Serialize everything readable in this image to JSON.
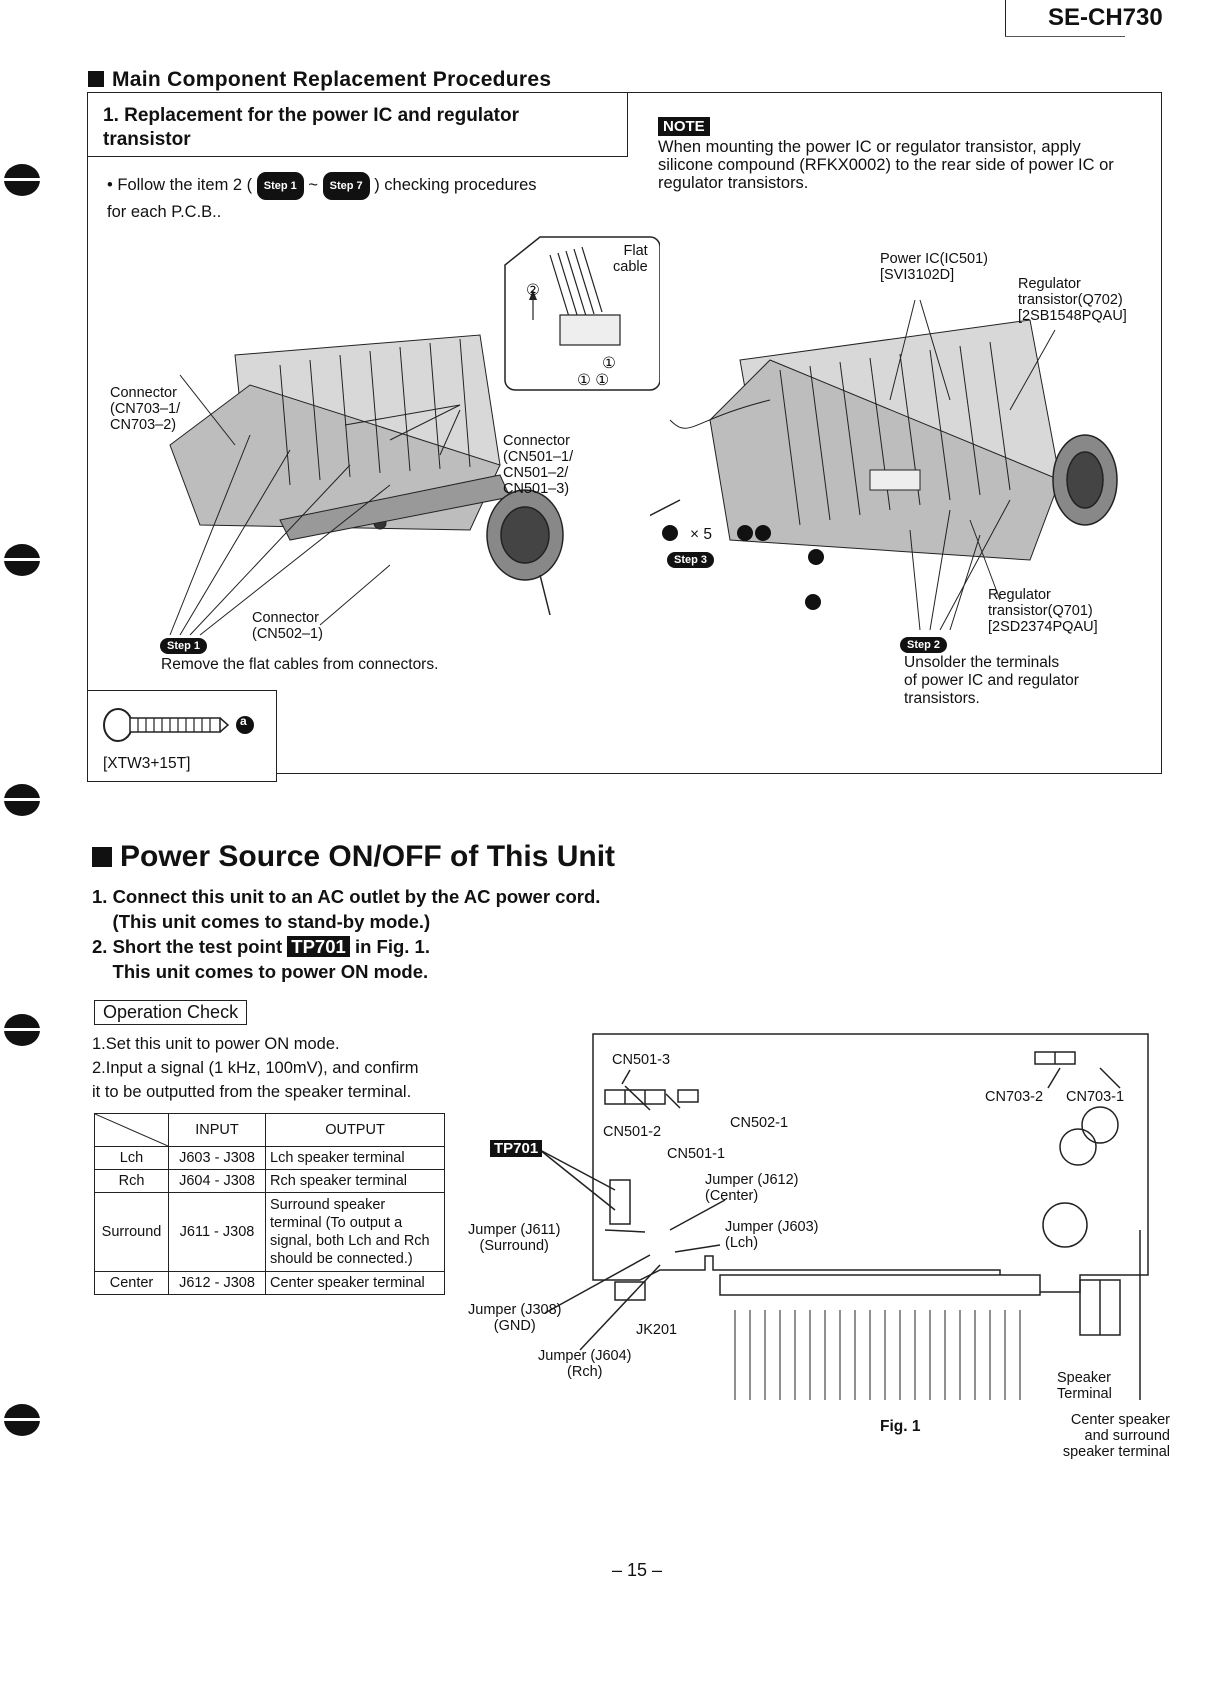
{
  "header": {
    "model": "SE-CH730"
  },
  "section1": {
    "title": "Main Component Replacement Procedures",
    "procedure_title": "1. Replacement for the power IC and regulator\n   transistor",
    "follow_prefix": "• Follow the item 2 (",
    "follow_step_a": "Step 1",
    "follow_sep": "~",
    "follow_step_b": "Step 7",
    "follow_suffix": ") checking procedures",
    "follow_line2": "for each P.C.B..",
    "note_label": "NOTE",
    "note_text": "When mounting the power IC or regulator transistor, apply silicone compound (RFKX0002) to the rear side of power IC or regulator transistors.",
    "left_figure": {
      "flat_cable": "Flat\ncable",
      "connector_cn703": "Connector\n(CN703–1/\n CN703–2)",
      "connector_cn501": "Connector\n(CN501–1/\n CN501–2/\n CN501–3)",
      "connector_cn502": "Connector\n(CN502–1)",
      "circ2": "②",
      "circ1a": "①",
      "circ1b": "① ①",
      "step1_badge": "Step 1",
      "step1_text": "Remove the flat cables from connectors."
    },
    "right_figure": {
      "power_ic": "Power IC(IC501)\n[SVI3102D]",
      "reg_q702": "Regulator\ntransistor(Q702)\n[2SB1548PQAU]",
      "reg_q701": "Regulator\ntransistor(Q701)\n[2SD2374PQAU]",
      "screw_count": "× 5",
      "step3_badge": "Step 3",
      "step2_badge": "Step 2",
      "step2_text": "Unsolder the terminals\nof power IC and regulator\ntransistors."
    },
    "screw_part": "[XTW3+15T]",
    "screw_mark": "a"
  },
  "section2": {
    "title": "Power Source ON/OFF of This Unit",
    "step1": "1. Connect this unit to an AC outlet by the AC power cord.",
    "step1b": "    (This unit comes to stand-by mode.)",
    "step2_prefix": "2. Short the test point",
    "step2_tp": "TP701",
    "step2_suffix": "in Fig. 1.",
    "step2b": "    This unit comes to power ON mode.",
    "op_check_title": "Operation Check",
    "op_check_steps": "1.Set this unit to power ON mode.\n2.Input a signal (1 kHz, 100mV), and confirm\n   it to be outputted from the speaker terminal.",
    "table": {
      "headers": [
        "",
        "INPUT",
        "OUTPUT"
      ],
      "rows": [
        [
          "Lch",
          "J603 - J308",
          "Lch speaker terminal"
        ],
        [
          "Rch",
          "J604 - J308",
          "Rch speaker terminal"
        ],
        [
          "Surround",
          "J611 - J308",
          "Surround speaker terminal (To output a signal, both Lch and Rch should be connected.)"
        ],
        [
          "Center",
          "J612 - J308",
          "Center speaker terminal"
        ]
      ]
    },
    "fig1": {
      "tp701": "TP701",
      "cn501_3": "CN501-3",
      "cn501_2": "CN501-2",
      "cn502_1": "CN502-1",
      "cn501_1": "CN501-1",
      "cn703_2": "CN703-2",
      "cn703_1": "CN703-1",
      "j612": "Jumper (J612)\n(Center)",
      "j611": "Jumper (J611)\n(Surround)",
      "j603": "Jumper (J603)\n(Lch)",
      "j308": "Jumper (J308)\n(GND)",
      "jk201": "JK201",
      "j604": "Jumper (J604)\n(Rch)",
      "speaker_terminal": "Speaker\nTerminal",
      "center_surround": "Center speaker\nand surround\nspeaker terminal",
      "caption": "Fig. 1"
    }
  },
  "footer": {
    "page": "– 15 –"
  }
}
